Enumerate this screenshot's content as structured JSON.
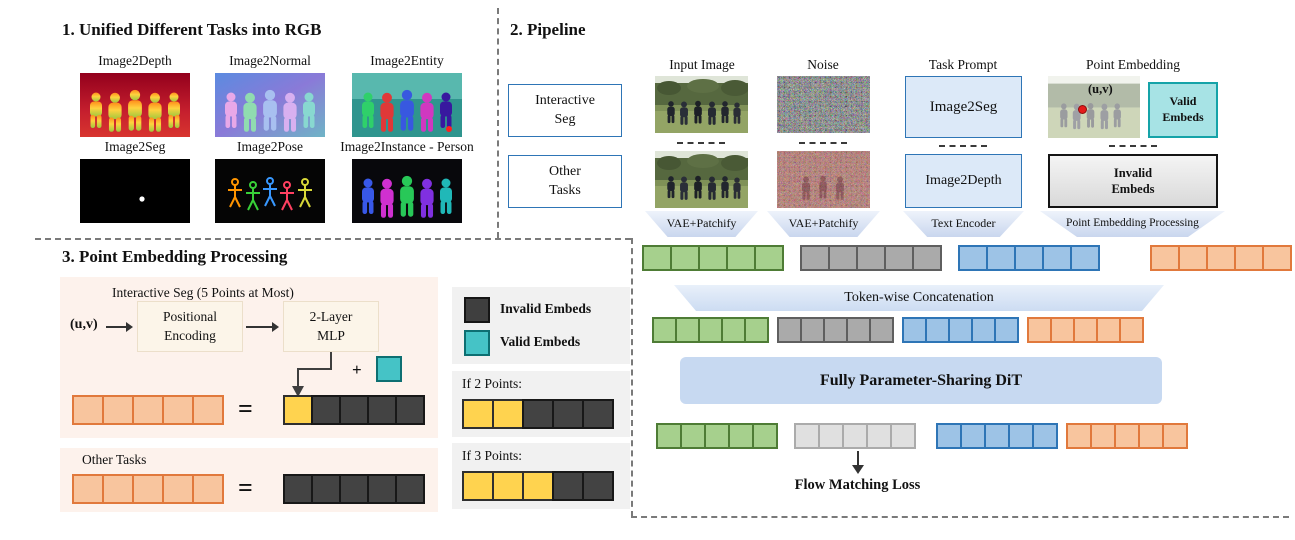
{
  "section1": {
    "title": "1. Unified Different Tasks into RGB",
    "thumbs": [
      {
        "label": "Image2Depth"
      },
      {
        "label": "Image2Normal"
      },
      {
        "label": "Image2Entity"
      },
      {
        "label": "Image2Seg"
      },
      {
        "label": "Image2Pose"
      },
      {
        "label": "Image2Instance - Person"
      }
    ]
  },
  "section2": {
    "title": "2. Pipeline",
    "interactive_seg_box": "Interactive\nSeg",
    "other_tasks_box": "Other\nTasks",
    "col_input": {
      "header": "Input Image",
      "footer": "VAE+Patchify"
    },
    "col_noise": {
      "header": "Noise",
      "footer": "VAE+Patchify"
    },
    "col_prompt": {
      "header": "Task Prompt",
      "prompt_top": "Image2Seg",
      "prompt_bottom": "Image2Depth",
      "footer": "Text Encoder"
    },
    "col_point": {
      "header": "Point Embedding",
      "uv_label": "(u,v)",
      "valid_box": "Valid\nEmbeds",
      "invalid_box": "Invalid\nEmbeds",
      "footer": "Point Embedding Processing"
    },
    "concat_label": "Token-wise Concatenation",
    "dit_label": "Fully Parameter-Sharing DiT",
    "loss_label": "Flow Matching Loss"
  },
  "section3": {
    "title": "3. Point Embedding Processing",
    "interactive_header": "Interactive Seg (5 Points at Most)",
    "uv_label": "(u,v)",
    "positional_box": "Positional\nEncoding",
    "mlp_box": "2-Layer\nMLP",
    "plus_sign": "+",
    "equals_sign": "=",
    "other_tasks_label": "Other Tasks",
    "legend": {
      "invalid": "Invalid Embeds",
      "valid": "Valid Embeds"
    },
    "if2_label": "If 2 Points:",
    "if3_label": "If 3 Points:"
  },
  "token_rows": {
    "input_tokens": {
      "groups": [
        {
          "count": 5,
          "fill": "#a6d08d",
          "border": "#4e7c35"
        }
      ]
    },
    "noise_tokens": {
      "groups": [
        {
          "count": 5,
          "fill": "#aaaaaa",
          "border": "#5f5f5f"
        }
      ]
    },
    "prompt_tokens": {
      "groups": [
        {
          "count": 5,
          "fill": "#9dc3e6",
          "border": "#2e75b6"
        }
      ]
    },
    "point_tokens": {
      "groups": [
        {
          "count": 5,
          "fill": "#f8c59e",
          "border": "#e1793c"
        }
      ]
    },
    "concat_tokens": {
      "groups": [
        {
          "count": 5,
          "fill": "#a6d08d",
          "border": "#4e7c35"
        },
        {
          "count": 5,
          "fill": "#aaaaaa",
          "border": "#5f5f5f"
        },
        {
          "count": 5,
          "fill": "#9dc3e6",
          "border": "#2e75b6"
        },
        {
          "count": 5,
          "fill": "#f8c59e",
          "border": "#e1793c"
        }
      ]
    },
    "out_input": {
      "groups": [
        {
          "count": 5,
          "fill": "#a6d08d",
          "border": "#4e7c35"
        }
      ]
    },
    "out_noise": {
      "groups": [
        {
          "count": 5,
          "fill": "#e0e0e0",
          "border": "#ababab"
        }
      ]
    },
    "out_prompt": {
      "groups": [
        {
          "count": 5,
          "fill": "#9dc3e6",
          "border": "#2e75b6"
        }
      ]
    },
    "out_point": {
      "groups": [
        {
          "count": 5,
          "fill": "#f8c59e",
          "border": "#e1793c"
        }
      ]
    },
    "seg_input_points": {
      "groups": [
        {
          "count": 5,
          "fill": "#f8c59e",
          "border": "#e1793c"
        }
      ]
    },
    "seg_result": {
      "groups": [
        {
          "count": 1,
          "fill": "#ffd34f",
          "border": "#2f2f2f"
        },
        {
          "count": 4,
          "fill": "#434343",
          "border": "#181818"
        }
      ]
    },
    "other_input_points": {
      "groups": [
        {
          "count": 5,
          "fill": "#f8c59e",
          "border": "#e1793c"
        }
      ]
    },
    "other_result": {
      "groups": [
        {
          "count": 5,
          "fill": "#434343",
          "border": "#181818"
        }
      ]
    },
    "if2_row": {
      "groups": [
        {
          "count": 2,
          "fill": "#ffd34f",
          "border": "#2f2f2f"
        },
        {
          "count": 3,
          "fill": "#434343",
          "border": "#181818"
        }
      ]
    },
    "if3_row": {
      "groups": [
        {
          "count": 3,
          "fill": "#ffd34f",
          "border": "#2f2f2f"
        },
        {
          "count": 2,
          "fill": "#434343",
          "border": "#181818"
        }
      ]
    }
  },
  "colors": {
    "accent_blue_border": "#2e75b6",
    "prompt_fill": "#dce9f8",
    "teal_valid": "#45c3c6",
    "dark_invalid": "#3f3f3f",
    "dit_fill": "#c7d9f1",
    "panel_peach": "#fdf2ec",
    "panel_gray": "#f1f1f1"
  }
}
